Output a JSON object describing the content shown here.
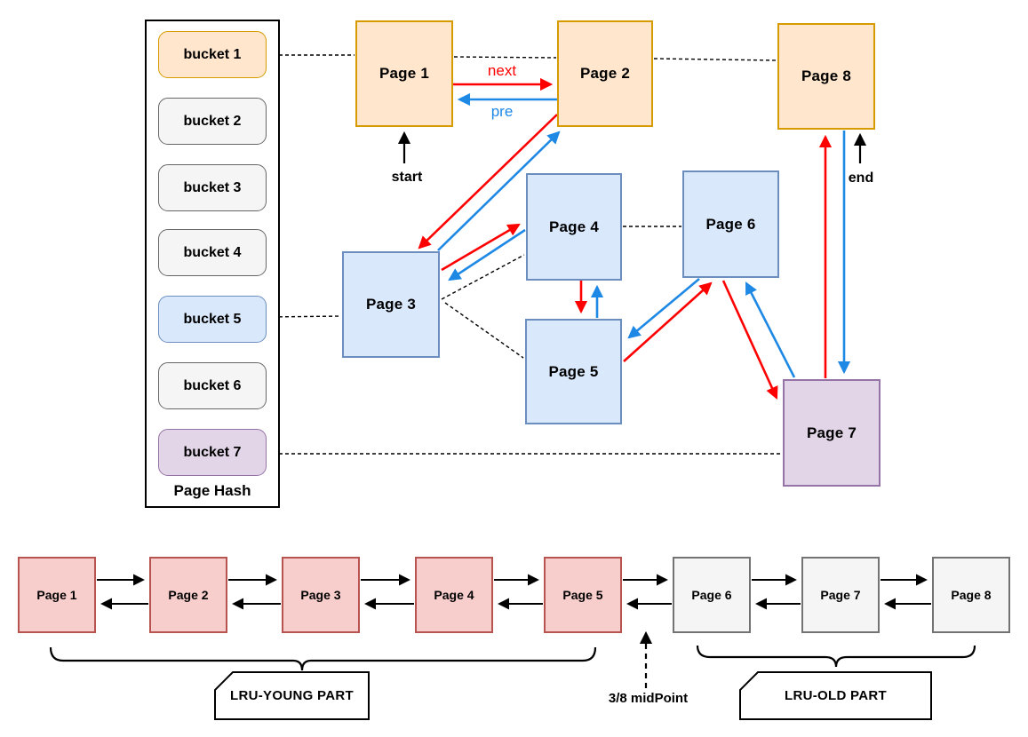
{
  "page_hash": {
    "label": "Page Hash",
    "buckets": [
      {
        "label": "bucket 1",
        "variant": "orange"
      },
      {
        "label": "bucket 2",
        "variant": "gray"
      },
      {
        "label": "bucket 3",
        "variant": "gray"
      },
      {
        "label": "bucket 4",
        "variant": "gray"
      },
      {
        "label": "bucket 5",
        "variant": "blue"
      },
      {
        "label": "bucket 6",
        "variant": "gray"
      },
      {
        "label": "bucket 7",
        "variant": "purple"
      }
    ]
  },
  "hash_pages": [
    {
      "label": "Page 1",
      "variant": "orange"
    },
    {
      "label": "Page 2",
      "variant": "orange"
    },
    {
      "label": "Page 3",
      "variant": "blue"
    },
    {
      "label": "Page 4",
      "variant": "blue"
    },
    {
      "label": "Page 5",
      "variant": "blue"
    },
    {
      "label": "Page 6",
      "variant": "blue"
    },
    {
      "label": "Page 7",
      "variant": "purple"
    },
    {
      "label": "Page 8",
      "variant": "orange"
    }
  ],
  "edge_labels": {
    "next": "next",
    "pre": "pre"
  },
  "annotations": {
    "start": "start",
    "end": "end",
    "midpoint": "3/8 midPoint"
  },
  "lru": {
    "pages": [
      {
        "label": "Page 1",
        "part": "young"
      },
      {
        "label": "Page 2",
        "part": "young"
      },
      {
        "label": "Page 3",
        "part": "young"
      },
      {
        "label": "Page 4",
        "part": "young"
      },
      {
        "label": "Page 5",
        "part": "young"
      },
      {
        "label": "Page 6",
        "part": "old"
      },
      {
        "label": "Page 7",
        "part": "old"
      },
      {
        "label": "Page 8",
        "part": "old"
      }
    ],
    "young_label": "LRU-YOUNG PART",
    "old_label": "LRU-OLD PART"
  },
  "colors": {
    "orange_fill": "#FFE6CC",
    "orange_stroke": "#D79B00",
    "blue_fill": "#DAE8FC",
    "blue_stroke": "#6C8EBF",
    "purple_fill": "#E1D5E7",
    "purple_stroke": "#9673A6",
    "pink_fill": "#F8CECC",
    "pink_stroke": "#B85450",
    "gray_fill": "#F5F5F5",
    "gray_stroke": "#666666",
    "next_arrow": "#FF0000",
    "pre_arrow": "#1E88E5"
  }
}
